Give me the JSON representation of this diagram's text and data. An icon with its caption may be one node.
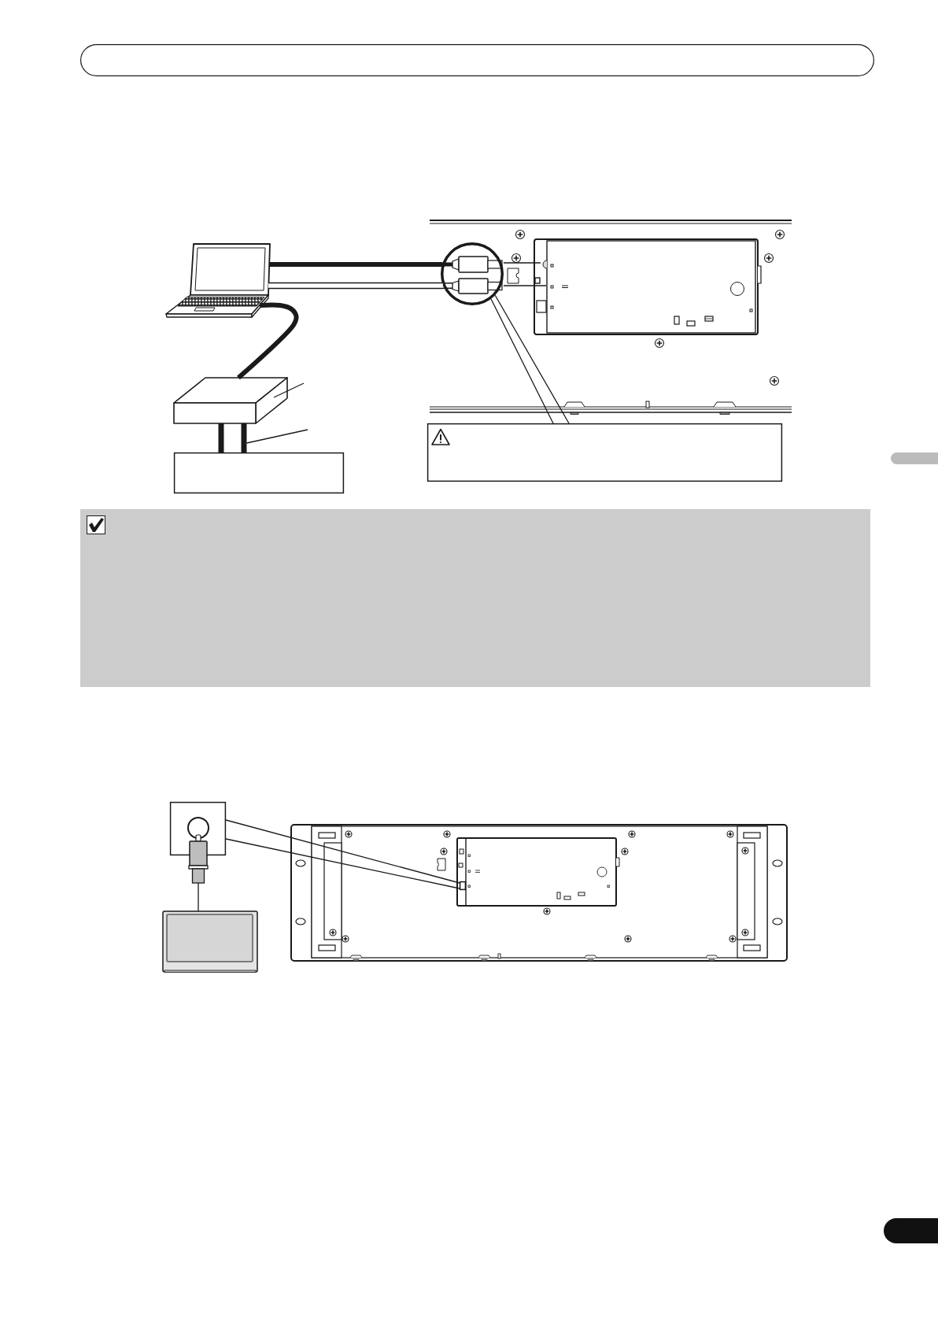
{
  "diagram": {
    "nodes": [
      {
        "text": [],
        "shape": "box"
      },
      {
        "text": [],
        "shape": "picture"
      },
      {
        "text": [],
        "shape": "circle"
      },
      {
        "text": [],
        "shape": "box"
      },
      {
        "text": [],
        "shape": "box"
      },
      {
        "text": [],
        "shape": "bar"
      },
      {
        "text": [],
        "shape": "bar"
      },
      {
        "text": [],
        "shape": "box"
      },
      {
        "text": [],
        "shape": "box"
      },
      {
        "text": [],
        "shape": "picture"
      },
      {
        "text": [],
        "shape": "box",
        "in": 9
      },
      {
        "text": [],
        "shape": "picture"
      }
    ],
    "edges": [
      {
        "from": 1,
        "to": 2,
        "arrow": "none",
        "style": "thick"
      },
      {
        "from": 1,
        "to": 2,
        "arrow": "none",
        "style": "thick",
        "color": "#ffffff"
      },
      {
        "from": 1,
        "to": 3,
        "arrow": "none",
        "style": "thick"
      },
      {
        "from": null,
        "to": 3,
        "arrow": "none"
      },
      {
        "from": null,
        "to": 6,
        "arrow": "none"
      },
      {
        "from": 2,
        "to": 4,
        "arrow": "none"
      },
      {
        "from": 8,
        "to": 10,
        "arrow": "none"
      },
      {
        "from": 8,
        "to": 11,
        "arrow": "none"
      }
    ]
  }
}
